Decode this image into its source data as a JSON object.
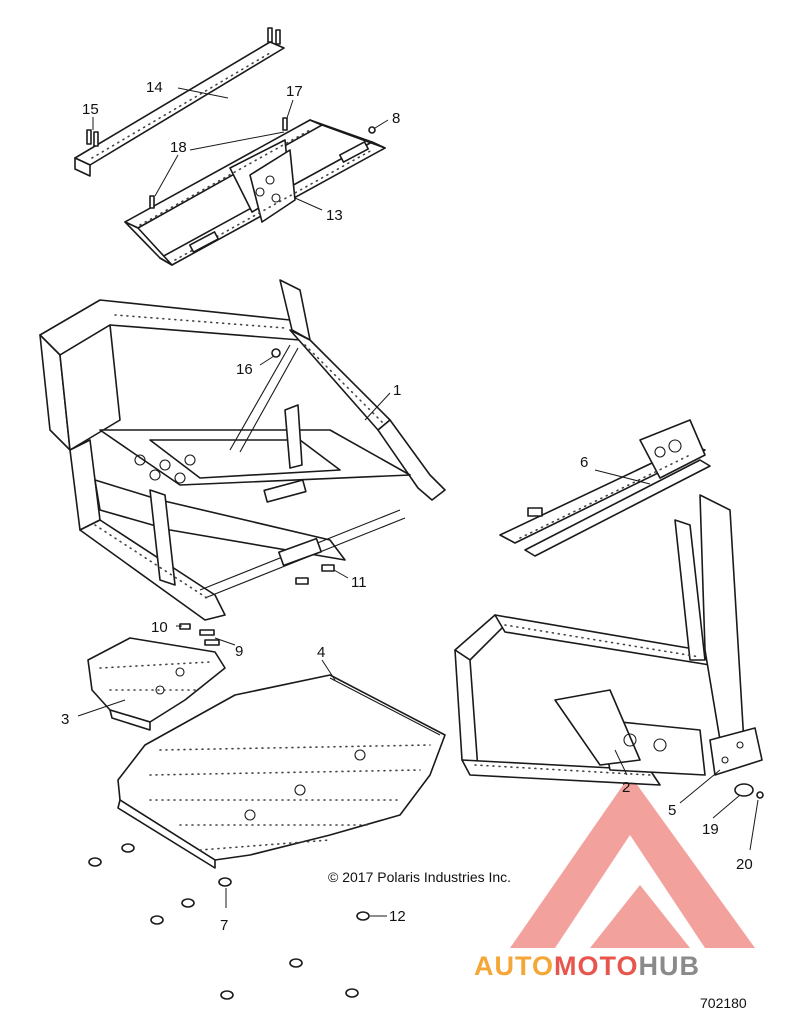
{
  "callouts": [
    {
      "id": "c1",
      "label": "1"
    },
    {
      "id": "c2",
      "label": "2"
    },
    {
      "id": "c3",
      "label": "3"
    },
    {
      "id": "c4",
      "label": "4"
    },
    {
      "id": "c5",
      "label": "5"
    },
    {
      "id": "c6",
      "label": "6"
    },
    {
      "id": "c7",
      "label": "7"
    },
    {
      "id": "c8",
      "label": "8"
    },
    {
      "id": "c9",
      "label": "9"
    },
    {
      "id": "c10",
      "label": "10"
    },
    {
      "id": "c11",
      "label": "11"
    },
    {
      "id": "c12",
      "label": "12"
    },
    {
      "id": "c13",
      "label": "13"
    },
    {
      "id": "c14",
      "label": "14"
    },
    {
      "id": "c15",
      "label": "15"
    },
    {
      "id": "c16",
      "label": "16"
    },
    {
      "id": "c17",
      "label": "17"
    },
    {
      "id": "c18",
      "label": "18"
    },
    {
      "id": "c19",
      "label": "19"
    },
    {
      "id": "c20",
      "label": "20"
    }
  ],
  "copyright": "© 2017 Polaris Industries Inc.",
  "diagram_id": "702180",
  "logo": {
    "part1": "AUTO",
    "part2": "MOTO",
    "part3": "HUB",
    "colors": {
      "orange": "#f4a636",
      "red": "#e8554d",
      "gray": "#8a8a8a"
    }
  }
}
